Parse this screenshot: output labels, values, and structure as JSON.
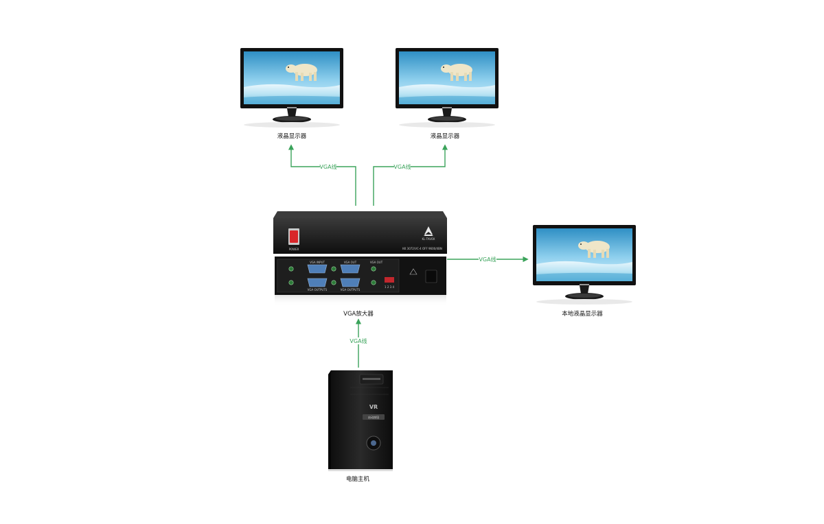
{
  "devices": {
    "monitor_left_label": "液晶显示器",
    "monitor_right_label": "液晶显示器",
    "monitor_local_label": "本地液晶显示器",
    "amplifier_label": "VGA放大器",
    "pc_label": "电脑主机"
  },
  "connections": {
    "amp_to_left": "VGA线",
    "amp_to_right": "VGA线",
    "amp_to_local": "VGA线",
    "pc_to_amp": "VGA线"
  },
  "amplifier_panel": {
    "brand": "KL·TAVOX",
    "model": "KK 3072/VC-4 OFF 9600/4BN",
    "power_label": "POWER",
    "port_labels": [
      "VGA INPUT",
      "VGA OUT",
      "VGA OUT",
      "VGA OUTPUTS",
      "VGA OUTPUTS"
    ],
    "dip_numbers": "1 2 3 4"
  },
  "pc_panel": {
    "logo": "VR",
    "badge": "启动按钮"
  },
  "colors": {
    "wire": "#3aa35a",
    "device_body": "#1a1a1a",
    "power_switch": "#d8262a"
  }
}
